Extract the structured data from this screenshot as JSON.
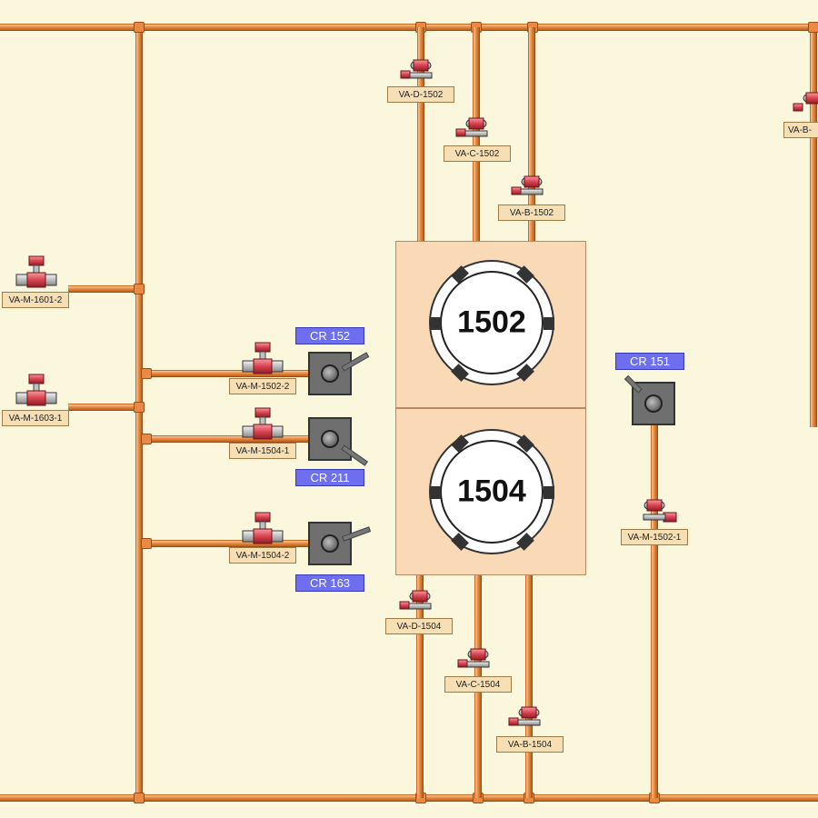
{
  "colors": {
    "background": "#fbf7dc",
    "pipe": "#e98c43",
    "tag": "#f6dfb4",
    "controller_label": "#6e6ef0",
    "vessel": "#fad9b7",
    "valve": "#d9434f"
  },
  "vessels": [
    {
      "id": "1502",
      "number": "1502"
    },
    {
      "id": "1504",
      "number": "1504"
    }
  ],
  "controllers": [
    {
      "id": "cr-152",
      "label": "CR 152"
    },
    {
      "id": "cr-211",
      "label": "CR 211"
    },
    {
      "id": "cr-163",
      "label": "CR 163"
    },
    {
      "id": "cr-151",
      "label": "CR 151"
    }
  ],
  "valves": [
    {
      "id": "va-d-1502",
      "label": "VA-D-1502"
    },
    {
      "id": "va-c-1502",
      "label": "VA-C-1502"
    },
    {
      "id": "va-b-1502",
      "label": "VA-B-1502"
    },
    {
      "id": "va-b-edge",
      "label": "VA-B-"
    },
    {
      "id": "va-m-1601-2",
      "label": "VA-M-1601-2"
    },
    {
      "id": "va-m-1603-1",
      "label": "VA-M-1603-1"
    },
    {
      "id": "va-m-1502-2",
      "label": "VA-M-1502-2"
    },
    {
      "id": "va-m-1504-1",
      "label": "VA-M-1504-1"
    },
    {
      "id": "va-m-1504-2",
      "label": "VA-M-1504-2"
    },
    {
      "id": "va-m-1502-1",
      "label": "VA-M-1502-1"
    },
    {
      "id": "va-d-1504",
      "label": "VA-D-1504"
    },
    {
      "id": "va-c-1504",
      "label": "VA-C-1504"
    },
    {
      "id": "va-b-1504",
      "label": "VA-B-1504"
    }
  ]
}
